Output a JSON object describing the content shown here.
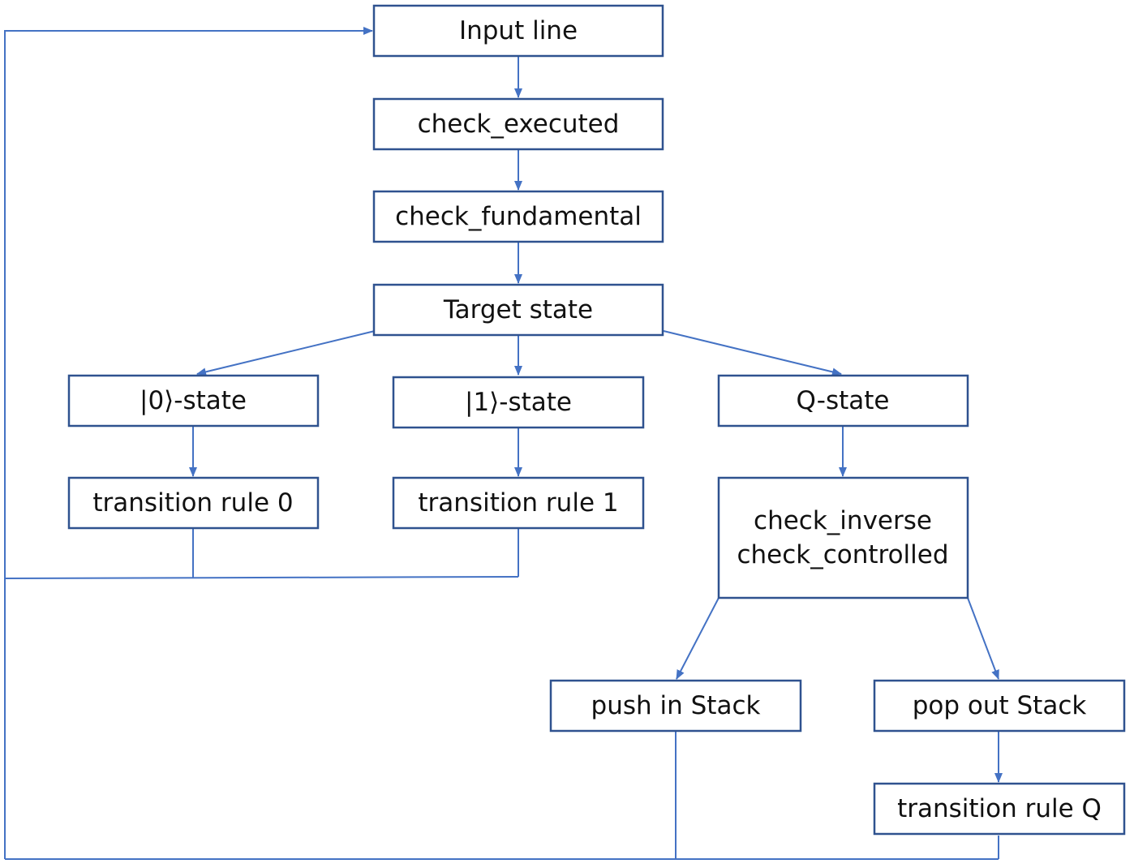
{
  "colors": {
    "box_border": "#2f528f",
    "connector": "#4472c4",
    "text": "#111111"
  },
  "nodes": {
    "input_line": "Input line",
    "check_executed": "check_executed",
    "check_fundamental": "check_fundamental",
    "target_state": "Target state",
    "zero_state": "|0⟩-state",
    "one_state": "|1⟩-state",
    "q_state": "Q-state",
    "transition_rule_0": "transition rule 0",
    "transition_rule_1": "transition rule 1",
    "check_inverse": "check_inverse",
    "check_controlled": "check_controlled",
    "push_in_stack": "push in Stack",
    "pop_out_stack": "pop out Stack",
    "transition_rule_q": "transition rule Q"
  }
}
